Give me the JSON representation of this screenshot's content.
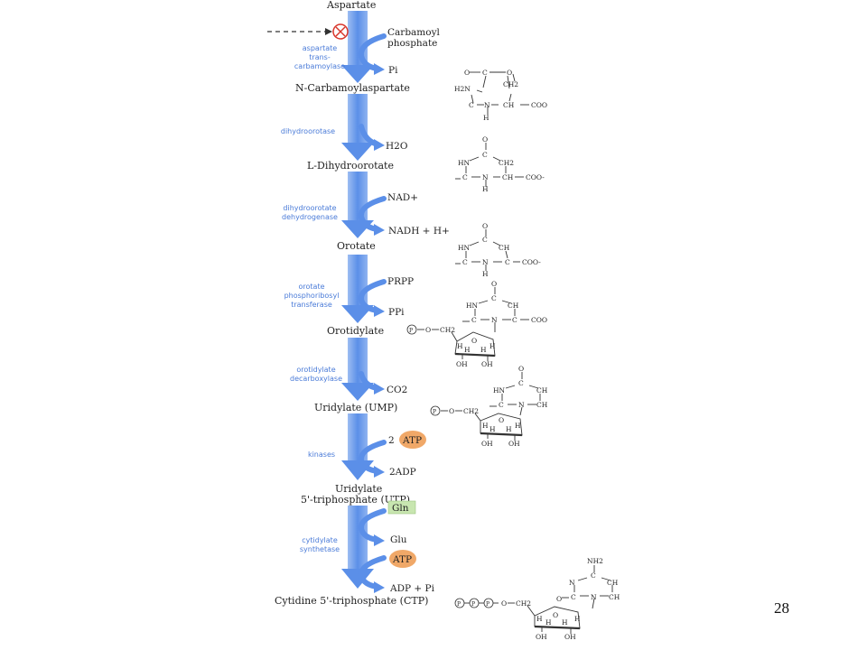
{
  "page_number": "28",
  "colors": {
    "flow": "#5b8fe8",
    "enzyme_text": "#4a7bd8",
    "atp_badge": "#f0a868",
    "gln_badge": "#c8e6b0",
    "inhibit": "#d8352a"
  },
  "pathway": {
    "start_substrate": "Aspartate",
    "steps": [
      {
        "enzyme": [
          "aspartate",
          "trans-",
          "carbamoylase"
        ],
        "inputs": [
          "Carbamoyl",
          "phosphate"
        ],
        "outputs": [
          "Pi"
        ],
        "product": "N-Carbamoylaspartate"
      },
      {
        "enzyme": [
          "dihydroorotase"
        ],
        "inputs": [],
        "outputs": [
          "H2O"
        ],
        "product": "L-Dihydroorotate"
      },
      {
        "enzyme": [
          "dihydroorotate",
          "dehydrogenase"
        ],
        "inputs": [
          "NAD+"
        ],
        "outputs": [
          "NADH + H+"
        ],
        "product": "Orotate"
      },
      {
        "enzyme": [
          "orotate",
          "phosphoribosyl",
          "transferase"
        ],
        "inputs": [
          "PRPP"
        ],
        "outputs": [
          "PPi"
        ],
        "product": "Orotidylate"
      },
      {
        "enzyme": [
          "orotidylate",
          "decarboxylase"
        ],
        "inputs": [],
        "outputs": [
          "CO2"
        ],
        "product": "Uridylate (UMP)"
      },
      {
        "enzyme": [
          "kinases"
        ],
        "inputs": [
          "2",
          "ATP"
        ],
        "outputs": [
          "2ADP"
        ],
        "product": [
          "Uridylate",
          "5'-triphosphate (UTP)"
        ]
      },
      {
        "enzyme": [
          "cytidylate",
          "synthetase"
        ],
        "inputs": [
          "Gln",
          "ATP"
        ],
        "outputs": [
          "Glu",
          "ADP + Pi"
        ],
        "product": "Cytidine 5'-triphosphate (CTP)"
      }
    ]
  },
  "structure_labels": {
    "carbamoylaspartate": [
      "O",
      "C",
      "O",
      "CH2",
      "H2N",
      "C",
      "N",
      "CH",
      "COO",
      "H"
    ],
    "dihydroorotate": [
      "O",
      "C",
      "HN",
      "CH2",
      "C",
      "N",
      "CH",
      "COO-",
      "H"
    ],
    "orotate": [
      "O",
      "C",
      "HN",
      "CH",
      "C",
      "N",
      "C",
      "COO-",
      "H"
    ],
    "orotidylate": [
      "O",
      "C",
      "HN",
      "CH",
      "C",
      "N",
      "C",
      "COO",
      "P",
      "O",
      "CH2",
      "O",
      "H",
      "H",
      "H",
      "H",
      "OH",
      "OH"
    ],
    "ump": [
      "O",
      "C",
      "HN",
      "CH",
      "C",
      "N",
      "CH",
      "P",
      "O",
      "CH2",
      "O",
      "H",
      "H",
      "H",
      "H",
      "OH",
      "OH"
    ],
    "ctp": [
      "NH2",
      "C",
      "N",
      "CH",
      "C",
      "N",
      "CH",
      "O",
      "P",
      "P",
      "P",
      "O",
      "CH2",
      "O",
      "H",
      "H",
      "H",
      "H",
      "OH",
      "OH"
    ]
  }
}
